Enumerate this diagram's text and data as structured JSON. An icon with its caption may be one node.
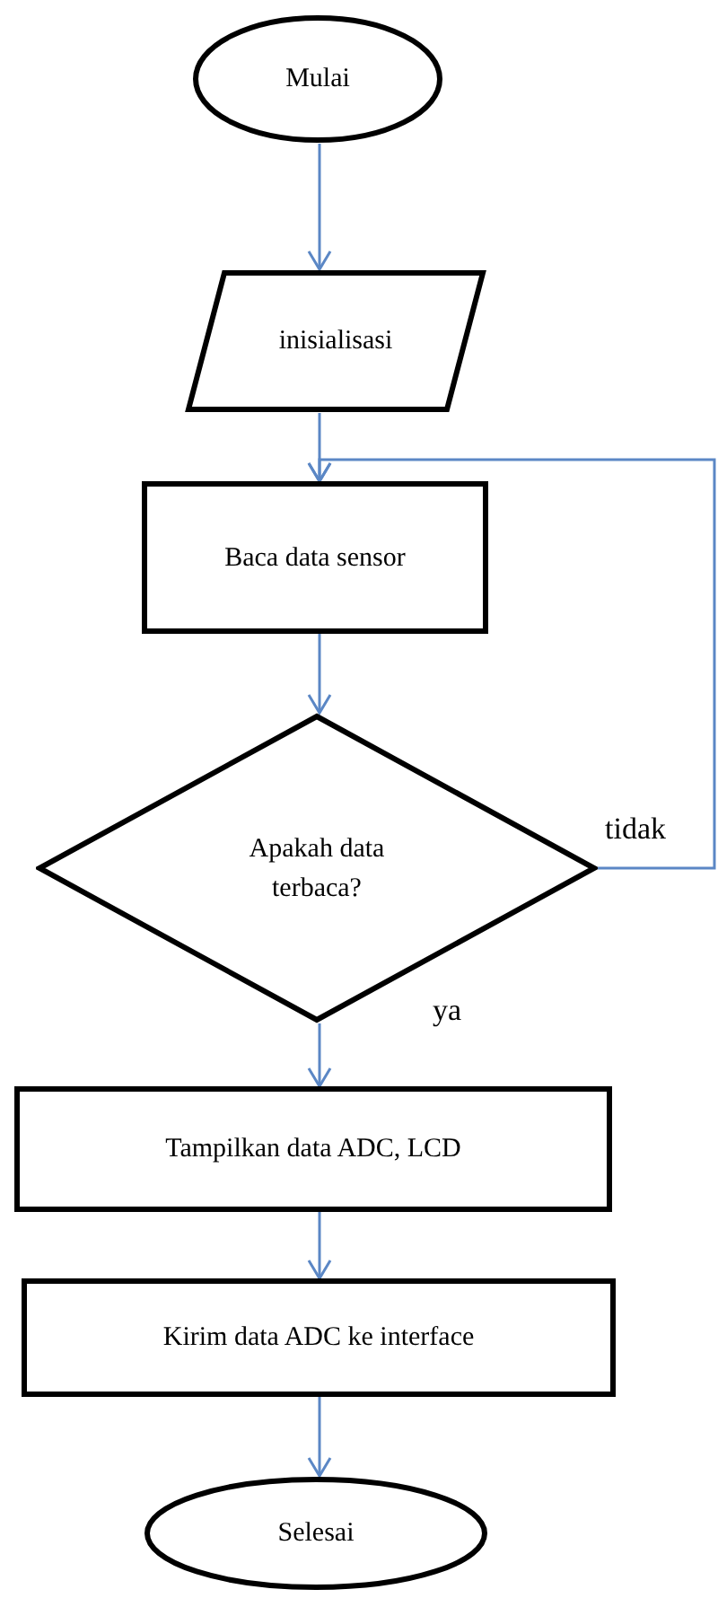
{
  "diagram": {
    "nodes": [
      {
        "text": [
          "Mulai"
        ]
      },
      {
        "text": [
          "inisialisasi"
        ]
      },
      {
        "text": [
          "Baca data sensor"
        ]
      },
      {
        "text": [
          "Apakah data terbaca?"
        ]
      },
      {
        "text": [
          "Tampilkan data ADC, LCD"
        ]
      },
      {
        "text": [
          "Kirim data ADC ke interface"
        ]
      },
      {
        "text": [
          "Selesai"
        ]
      }
    ],
    "edges": [
      {
        "from": 0,
        "to": 1,
        "arrow": "to"
      },
      {
        "from": 1,
        "to": 2,
        "arrow": "to"
      },
      {
        "from": 2,
        "to": 3,
        "arrow": "to"
      },
      {
        "from": 3,
        "to": 2,
        "arrow": "to",
        "label": "tidak"
      },
      {
        "from": 3,
        "to": 4,
        "arrow": "to",
        "label": "ya"
      },
      {
        "from": 4,
        "to": 5,
        "arrow": "to"
      },
      {
        "from": 5,
        "to": 6,
        "arrow": "to"
      }
    ]
  }
}
